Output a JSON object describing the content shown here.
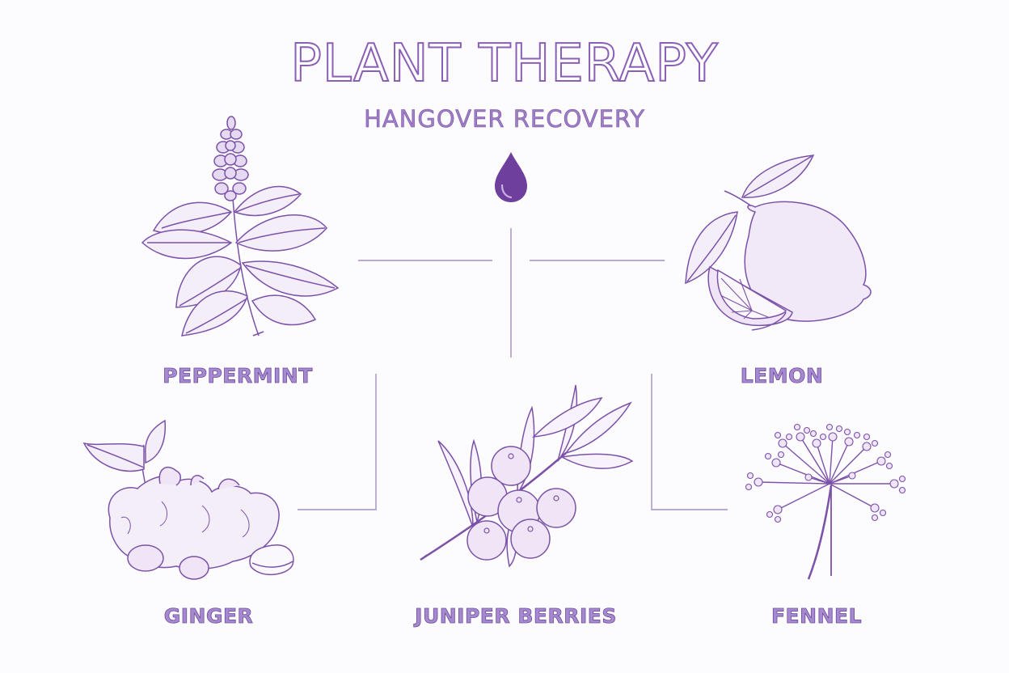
{
  "header": {
    "title": "PLANT THERAPY",
    "subtitle": "HANGOVER RECOVERY"
  },
  "colors": {
    "line": "#a58ec6",
    "ink": "#7b52a8",
    "drop": "#6e3f9c",
    "background": "#fcfbfd"
  },
  "icons": {
    "center": "oil-drop-icon"
  },
  "plants": [
    {
      "label": "PEPPERMINT",
      "icon": "peppermint-illustration"
    },
    {
      "label": "LEMON",
      "icon": "lemon-illustration"
    },
    {
      "label": "GINGER",
      "icon": "ginger-illustration"
    },
    {
      "label": "JUNIPER BERRIES",
      "icon": "juniper-berries-illustration"
    },
    {
      "label": "FENNEL",
      "icon": "fennel-illustration"
    }
  ]
}
